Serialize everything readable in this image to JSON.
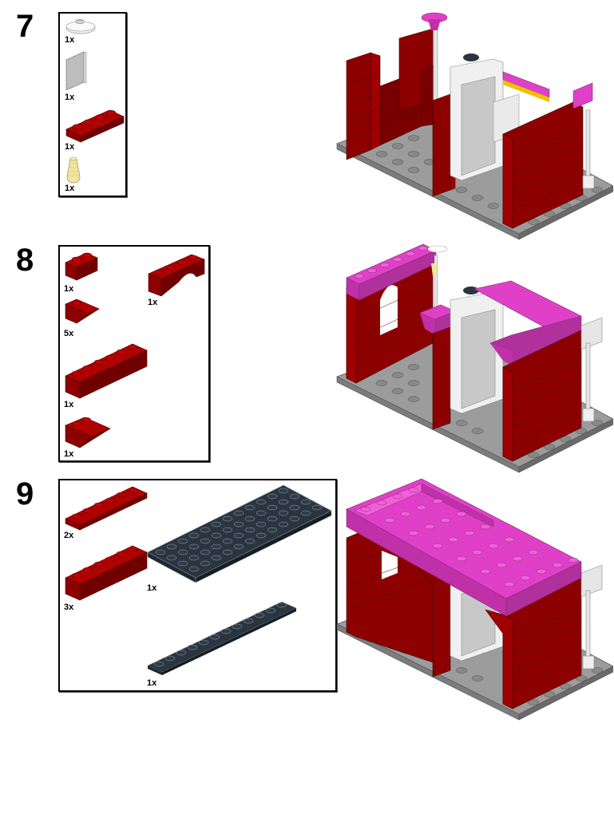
{
  "page": {
    "type": "building-instructions"
  },
  "colors": {
    "dark_red": "#a00000",
    "dark_red_shade": "#7a0000",
    "dark_red_side": "#8c0000",
    "magenta": "#e040c8",
    "magenta_shade": "#b0309c",
    "light_gray": "#9c9c9c",
    "light_gray_shade": "#7c7c7c",
    "white": "#f2f2f2",
    "dark_slate": "#2a3540",
    "tan_trans": "#f0e6a0",
    "yellow": "#f0c000"
  },
  "steps": [
    {
      "number": "7",
      "parts": [
        {
          "name": "White round dish 2x2",
          "qty": "1x",
          "icon": "white-dish-icon"
        },
        {
          "name": "Light gray tile panel",
          "qty": "1x",
          "icon": "gray-panel-icon"
        },
        {
          "name": "Dark red plate 1x4",
          "qty": "1x",
          "icon": "red-plate-1x4-icon"
        },
        {
          "name": "Trans-yellow lamp cone",
          "qty": "1x",
          "icon": "lamp-cone-icon"
        }
      ],
      "model": "step-7-model"
    },
    {
      "number": "8",
      "parts": [
        {
          "name": "Dark red brick 1x2",
          "qty": "1x",
          "icon": "red-brick-1x2-icon"
        },
        {
          "name": "Dark red arch 1x4",
          "qty": "1x",
          "icon": "red-arch-1x4-icon"
        },
        {
          "name": "Dark red inverted slope 2x2",
          "qty": "5x",
          "icon": "red-inv-slope-icon"
        },
        {
          "name": "Dark red brick 1x6",
          "qty": "1x",
          "icon": "red-brick-1x6-icon"
        },
        {
          "name": "Dark red inverted slope 2x3",
          "qty": "1x",
          "icon": "red-inv-slope-2x3-icon"
        }
      ],
      "model": "step-8-model"
    },
    {
      "number": "9",
      "parts": [
        {
          "name": "Dark red plate 1x6",
          "qty": "2x",
          "icon": "red-plate-1x6-icon"
        },
        {
          "name": "Dark red brick 1x6",
          "qty": "3x",
          "icon": "red-brick-1x6-icon"
        },
        {
          "name": "Dark slate plate 6x12",
          "qty": "1x",
          "icon": "slate-plate-6x12-icon"
        },
        {
          "name": "Dark slate plate 1x12",
          "qty": "1x",
          "icon": "slate-plate-1x12-icon"
        }
      ],
      "model": "step-9-model"
    }
  ]
}
